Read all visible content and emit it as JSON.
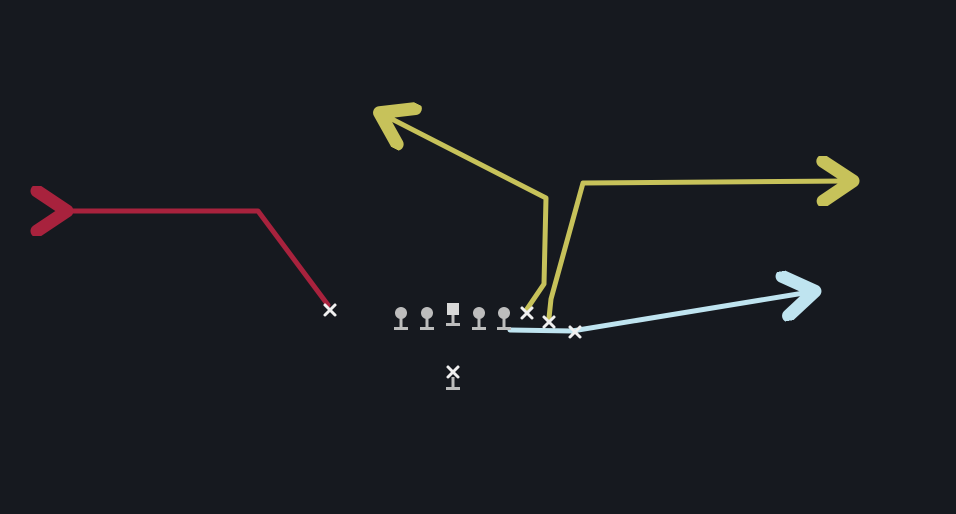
{
  "diagram": {
    "background_color": "#16191f",
    "route_colors": {
      "red": "#a8223d",
      "yellow": "#c7c25a",
      "light_blue": "#bfe4f0"
    },
    "player_color": "#e6e6e6",
    "lineman_color": "#bdbdbd",
    "marker_symbols": {
      "receiver": "x-mark",
      "lineman": "circle-on-stand",
      "center": "square-on-stand",
      "quarterback": "x-mark-on-stand"
    },
    "players": [
      {
        "role": "receiver",
        "symbol": "x-mark",
        "route": "red",
        "route_shape": "diagonal then flat left"
      },
      {
        "role": "left-tackle",
        "symbol": "circle-on-stand"
      },
      {
        "role": "left-guard",
        "symbol": "circle-on-stand"
      },
      {
        "role": "center",
        "symbol": "square-on-stand"
      },
      {
        "role": "right-guard",
        "symbol": "circle-on-stand"
      },
      {
        "role": "right-tackle",
        "symbol": "circle-on-stand"
      },
      {
        "role": "receiver",
        "symbol": "x-mark",
        "route": "yellow",
        "route_shape": "vertical then angled left"
      },
      {
        "role": "receiver",
        "symbol": "x-mark",
        "route": "yellow",
        "route_shape": "vertical then flat right"
      },
      {
        "role": "receiver",
        "symbol": "x-mark",
        "route": "light_blue",
        "route_shape": "angled right"
      },
      {
        "role": "quarterback",
        "symbol": "x-mark-on-stand"
      }
    ]
  }
}
